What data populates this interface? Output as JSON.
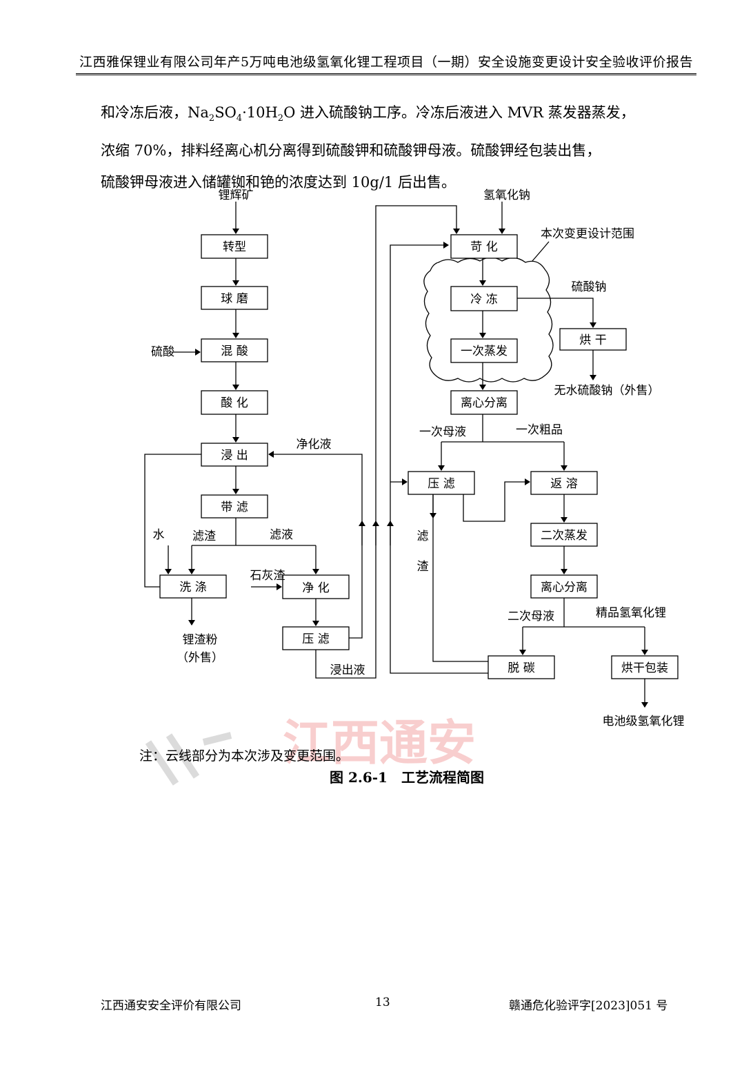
{
  "header": {
    "title": "江西雅保锂业有限公司年产5万吨电池级氢氧化锂工程项目（一期）安全设施变更设计安全验收评价报告"
  },
  "body": {
    "line1_pre": "和冷冻后液，Na",
    "line1_sub1": "2",
    "line1_mid1": "SO",
    "line1_sub2": "4",
    "line1_mid2": "·10H",
    "line1_sub3": "2",
    "line1_post": "O 进入硫酸钠工序。冷冻后液进入 MVR 蒸发器蒸发，",
    "line2": "浓缩 70%，排料经离心机分离得到硫酸钾和硫酸钾母液。硫酸钾经包装出售，",
    "line3": "硫酸钾母液进入储罐铷和铯的浓度达到 10g/1 后出售。"
  },
  "flow": {
    "inputs": {
      "spodumene": "锂辉矿",
      "naoh": "氢氧化钠",
      "sulfuric_acid": "硫酸",
      "water": "水",
      "lime_slag": "石灰渣",
      "purified_liquid": "净化液"
    },
    "boxes": {
      "transform": "转型",
      "ball_mill": "球 磨",
      "acid_mix": "混 酸",
      "acidify": "酸 化",
      "leach": "浸 出",
      "belt_filter": "带 滤",
      "wash": "洗 涤",
      "purify": "净 化",
      "press_filter_left": "压 滤",
      "causticize": "苛 化",
      "freeze": "冷 冻",
      "first_evap": "一次蒸发",
      "dry_top": "烘 干",
      "centrifuge1": "离心分离",
      "press_filter_right": "压 滤",
      "redissolve": "返 溶",
      "second_evap": "二次蒸发",
      "centrifuge2": "离心分离",
      "decarbonize": "脱 碳",
      "dry_pack": "烘干包装"
    },
    "labels": {
      "scope": "本次变更设计范围",
      "sodium_sulfate": "硫酸钠",
      "anhydrous_ss": "无水硫酸钠（外售）",
      "first_mother": "一次母液",
      "first_crude": "一次粗品",
      "filter_residue": "滤渣",
      "filtrate": "滤液",
      "residue_v1": "滤",
      "residue_v2": "渣",
      "slag_powder": "锂渣粉",
      "slag_sale": "（外售）",
      "leach_liquid": "浸出液",
      "second_mother": "二次母液",
      "fine_lioh": "精品氢氧化锂",
      "battery_lioh": "电池级氢氧化锂"
    }
  },
  "note": "注：云线部分为本次涉及变更范围。",
  "caption": "图 2.6-1　工艺流程简图",
  "watermark": {
    "text": "江西通安"
  },
  "footer": {
    "company": "江西通安安全评价有限公司",
    "page": "13",
    "doc_no": "赣通危化验评字[2023]051 号"
  }
}
